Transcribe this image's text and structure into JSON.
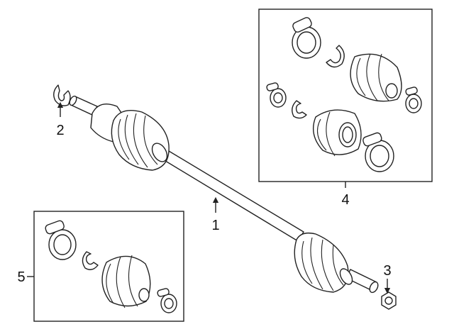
{
  "diagram": {
    "callouts": {
      "axle_shaft": "1",
      "snap_ring": "2",
      "nut": "3",
      "outer_boot_kit": "4",
      "inner_boot_kit": "5"
    }
  }
}
